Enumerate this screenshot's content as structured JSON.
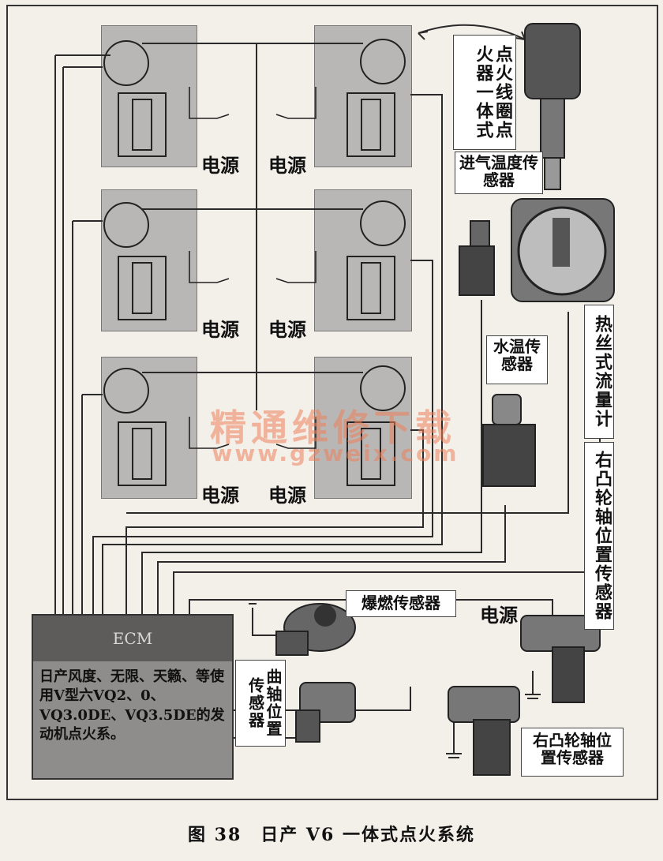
{
  "figure": {
    "caption": "图 38　日产 V6 一体式点火系统"
  },
  "labels": {
    "coil_integrated": "点火线圈点火器一体式",
    "intake_temp_sensor": "进气温度传感器",
    "hot_wire_maf": "热丝式流量计",
    "coolant_temp_sensor": "水温传感器",
    "right_cam_sensor_vertical": "右凸轮轴位置传感器",
    "knock_sensor": "爆燃传感器",
    "crank_sensor": "曲轴位置传感器",
    "right_cam_sensor_bottom": "右凸轮轴位置传感器",
    "power": "电源"
  },
  "ecm": {
    "title": "ECM",
    "note": "日产风度、无限、天籁、等使用V型六VQ2、0、VQ3.0DE、VQ3.5DE的发动机点火系。"
  },
  "watermark": {
    "text": "精通维修下载",
    "url": "www.gzweix.com"
  },
  "colors": {
    "wire": "#2a2a2a",
    "module": "#b9b7b5",
    "ecm_head": "#5e5c5a",
    "watermark": "#ec805a"
  }
}
